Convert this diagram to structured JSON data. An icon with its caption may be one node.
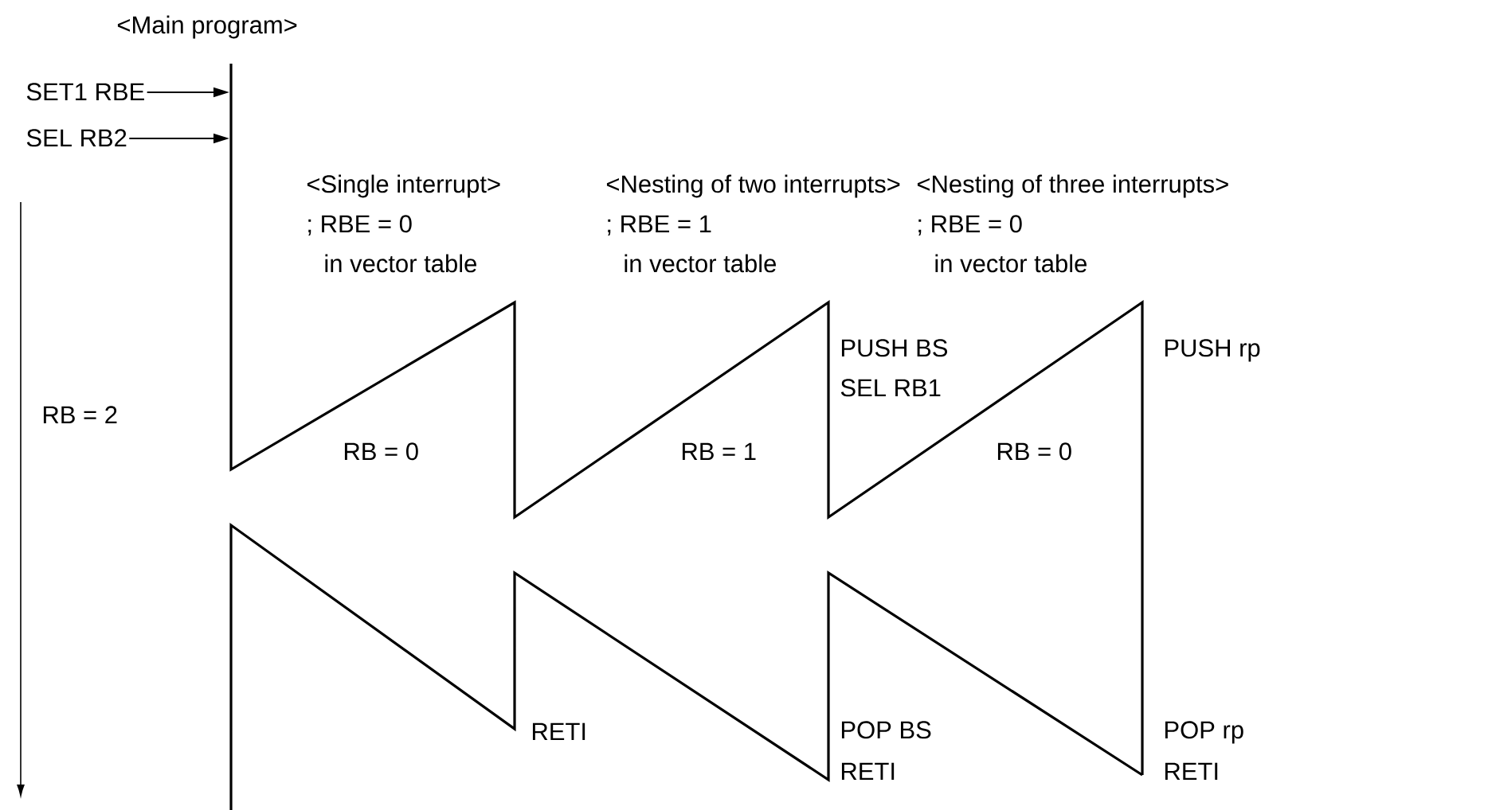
{
  "diagram": {
    "nodes": [
      {
        "text": [
          "SET1 RBE"
        ]
      },
      {
        "text": [
          "SEL RB2"
        ]
      }
    ],
    "edges": [
      {
        "from": 0,
        "to": null,
        "arrow": "to"
      },
      {
        "from": 1,
        "to": null,
        "arrow": "to"
      }
    ],
    "labels": [
      "<Main program>",
      "<Single interrupt>",
      "; RBE = 0",
      "in vector table",
      "<Nesting of two interrupts>",
      "; RBE = 1",
      "in vector table",
      "<Nesting of three interrupts>",
      "; RBE = 0",
      "in vector table",
      "PUSH BS",
      "PUSH rp",
      "SEL RB1",
      "RB = 2",
      "RB = 0",
      "RB = 1",
      "RB = 0",
      "RETI",
      "POP BS",
      "POP rp",
      "RETI",
      "RETI"
    ]
  }
}
